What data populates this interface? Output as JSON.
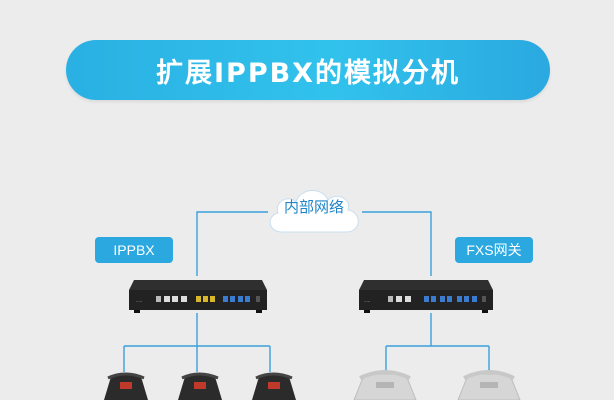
{
  "banner": {
    "title": "扩展IPPBX的模拟分机"
  },
  "network": {
    "cloud_label": "内部网络"
  },
  "devices": {
    "ippbx_label": "IPPBX",
    "fxs_label": "FXS网关"
  },
  "colors": {
    "banner": "#2ab0e3",
    "lines": "#3aa0dc",
    "pill": "#2ba8df",
    "cloud_text": "#1f85c8",
    "device_body": "#2a2a2a"
  },
  "icons": {
    "cloud": "cloud-icon",
    "ippbx": "ippbx-device",
    "fxs": "fxs-gateway-device",
    "phone": "analog-phone-icon"
  }
}
